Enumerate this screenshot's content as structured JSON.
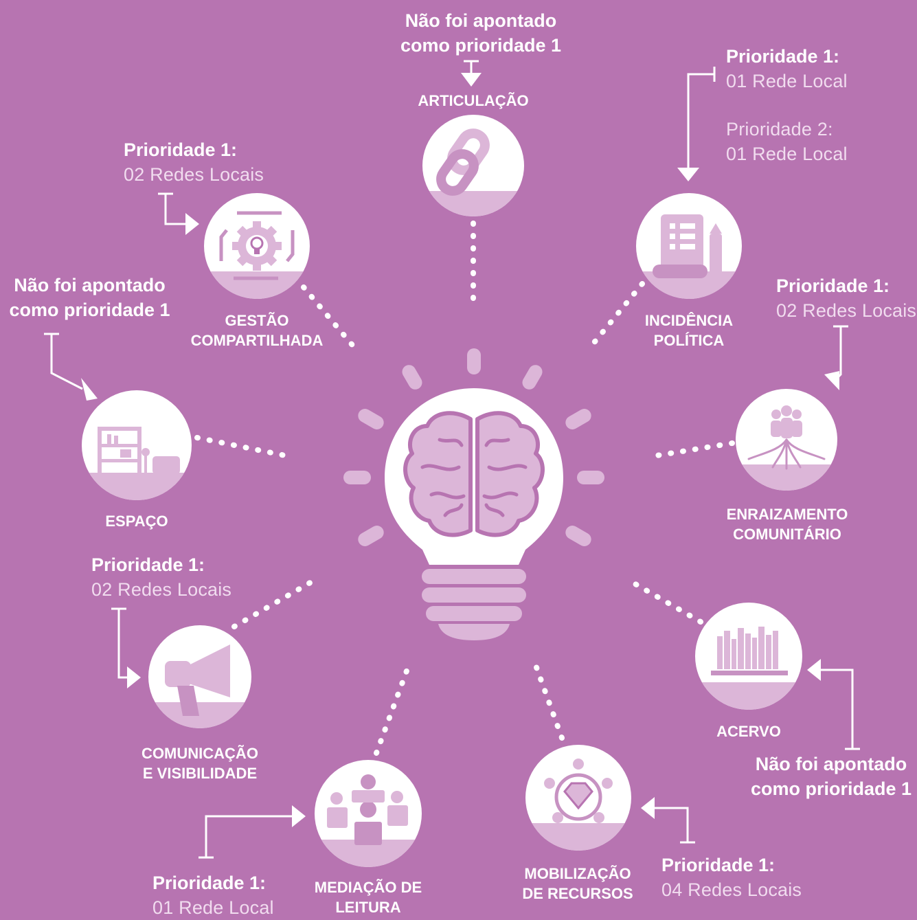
{
  "colors": {
    "background": "#b774b1",
    "circle": "#ffffff",
    "circle_band": "#dcb6d8",
    "icon": "#b774b1",
    "light_text": "#f1dcef"
  },
  "center": {
    "icon": "lightbulb-brain-icon"
  },
  "nodes": [
    {
      "id": "articulacao",
      "title": [
        "ARTICULAÇÃO"
      ],
      "icon": "chain-link-icon",
      "note": {
        "head": "Não foi apontado",
        "lines": [
          "como prioridade 1"
        ]
      }
    },
    {
      "id": "incidencia",
      "title": [
        "INCIDÊNCIA",
        "POLÍTICA"
      ],
      "icon": "document-pen-icon",
      "note": {
        "head": "Prioridade 1:",
        "lines": [
          "01 Rede Local"
        ],
        "head2": "Prioridade 2:",
        "lines2": [
          "01 Rede Local"
        ]
      }
    },
    {
      "id": "enraizamento",
      "title": [
        "ENRAIZAMENTO",
        "COMUNITÁRIO"
      ],
      "icon": "people-roots-icon",
      "note": {
        "head": "Prioridade 1:",
        "lines": [
          "02 Redes Locais"
        ]
      }
    },
    {
      "id": "acervo",
      "title": [
        "ACERVO"
      ],
      "icon": "bookshelf-icon",
      "note": {
        "head": "Não foi apontado",
        "lines": [
          "como prioridade 1"
        ]
      }
    },
    {
      "id": "mobilizacao",
      "title": [
        "MOBILIZAÇÃO",
        "DE RECURSOS"
      ],
      "icon": "diamond-group-icon",
      "note": {
        "head": "Prioridade 1:",
        "lines": [
          "04 Redes Locais"
        ]
      }
    },
    {
      "id": "mediacao",
      "title": [
        "MEDIAÇÃO DE",
        "LEITURA"
      ],
      "icon": "reading-people-icon",
      "note": {
        "head": "Prioridade 1:",
        "lines": [
          "01 Rede Local"
        ]
      }
    },
    {
      "id": "comunicacao",
      "title": [
        "COMUNICAÇÃO",
        "E VISIBILIDADE"
      ],
      "icon": "megaphone-icon",
      "note": {
        "head": "Prioridade 1:",
        "lines": [
          "02 Redes Locais"
        ]
      }
    },
    {
      "id": "espaco",
      "title": [
        "ESPAÇO"
      ],
      "icon": "room-furniture-icon",
      "note": {
        "head": "Não foi  apontado",
        "lines": [
          "como prioridade 1"
        ]
      }
    },
    {
      "id": "gestao",
      "title": [
        "GESTÃO",
        "COMPARTILHADA"
      ],
      "icon": "gear-lightbulb-icon",
      "note": {
        "head": "Prioridade 1:",
        "lines": [
          "02 Redes Locais"
        ]
      }
    }
  ]
}
